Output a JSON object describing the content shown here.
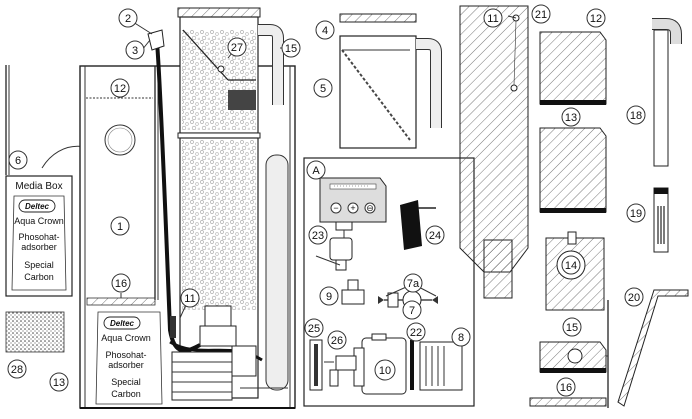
{
  "callouts": {
    "c2": "2",
    "c3": "3",
    "c4": "4",
    "c5": "5",
    "c6": "6",
    "c1": "1",
    "c8": "8",
    "c9": "9",
    "c10": "10",
    "c11a": "11",
    "c11b": "11",
    "c12a": "12",
    "c12b": "12",
    "c13a": "13",
    "c13b": "13",
    "c14": "14",
    "c15a": "15",
    "c15b": "15",
    "c16a": "16",
    "c16b": "16",
    "c18": "18",
    "c19": "19",
    "c20": "20",
    "c21": "21",
    "c22": "22",
    "c23": "23",
    "c24": "24",
    "c25": "25",
    "c26": "26",
    "c27": "27",
    "c28": "28",
    "c7": "7",
    "c7a": "7a",
    "cA": "A"
  },
  "media_box": {
    "title": "Media Box",
    "logo": "Deltec",
    "line1": "Aqua Crown",
    "line2": "Phosohat-",
    "line3": "adsorber",
    "line4": "Special",
    "line5": "Carbon"
  },
  "bag": {
    "logo": "Deltec",
    "line1": "Aqua Crown",
    "line2": "Phosohat-",
    "line3": "adsorber",
    "line4": "Special",
    "line5": "Carbon"
  },
  "controller": {
    "minus": "−",
    "plus": "+",
    "mode": "⊖"
  }
}
